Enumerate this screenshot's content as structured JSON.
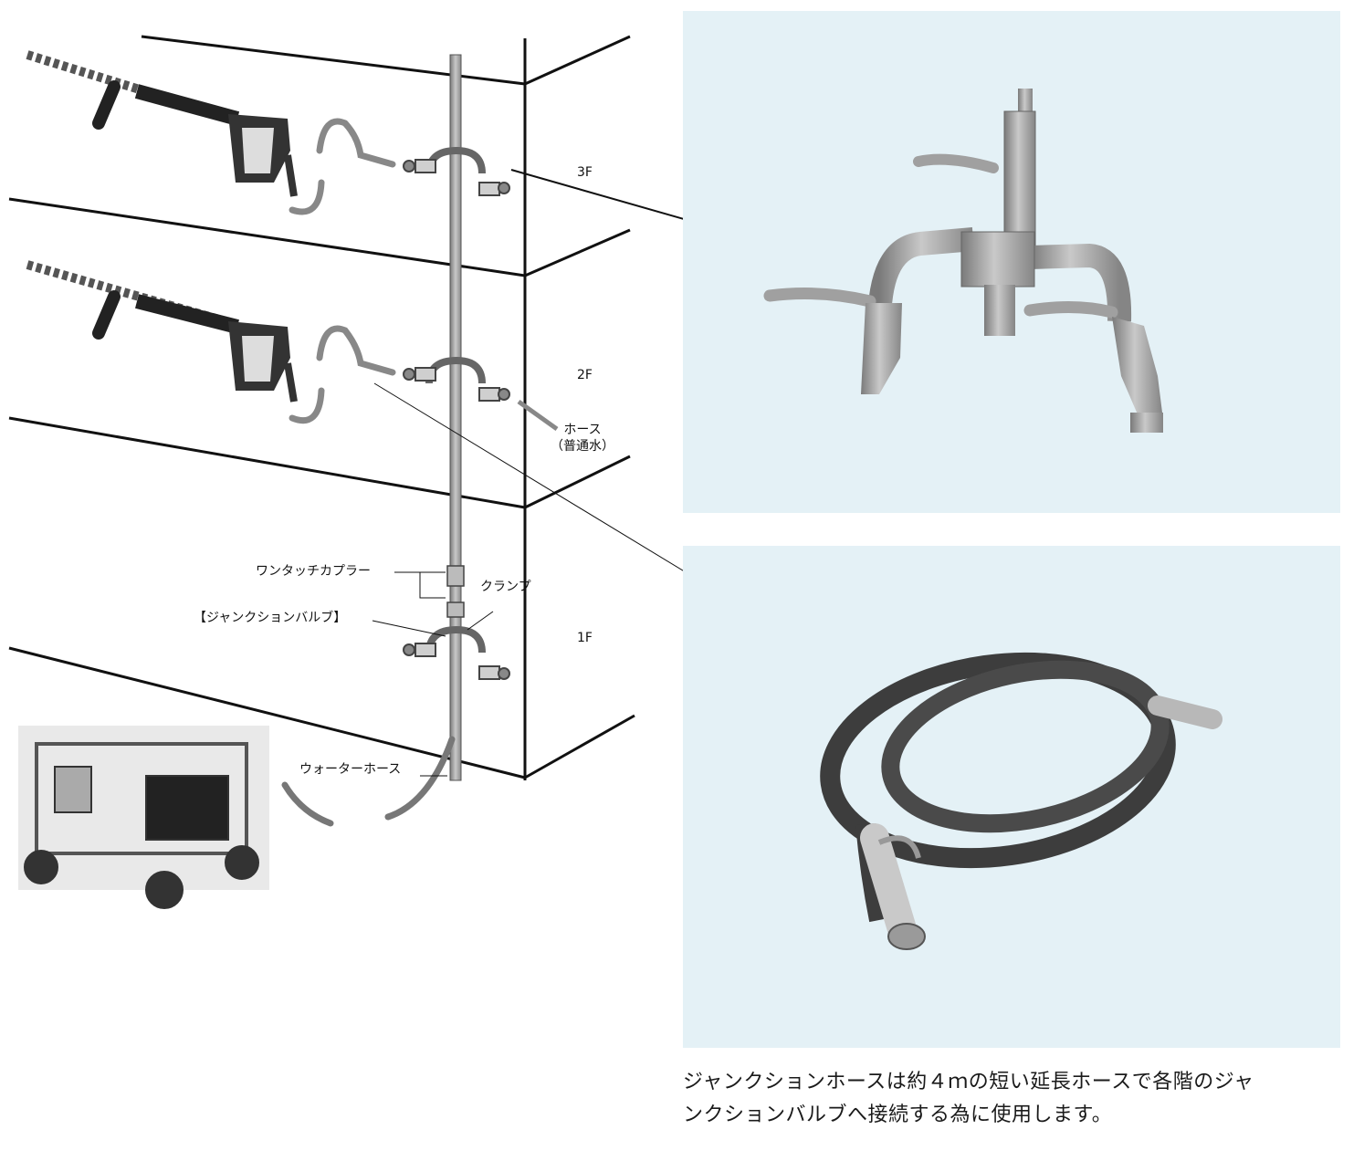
{
  "floors": {
    "f3": "3F",
    "f2": "2F",
    "f1": "1F"
  },
  "labels": {
    "hose_line1": "ホース",
    "hose_line2": "（普通水）",
    "one_touch_coupler": "ワンタッチカプラー",
    "junction_valve": "【ジャンクションバルブ】",
    "clamp": "クランプ",
    "water_hose": "ウォーターホース"
  },
  "caption": {
    "line1": "ジャンクションホースは約４ｍの短い延長ホースで各階のジャ",
    "line2": "ンクションバルブへ接続する為に使用します。"
  },
  "colors": {
    "panel_bg": "#e4f1f6",
    "metal": "#9a9a9a",
    "hose": "#4a4a4a",
    "line": "#111111"
  }
}
